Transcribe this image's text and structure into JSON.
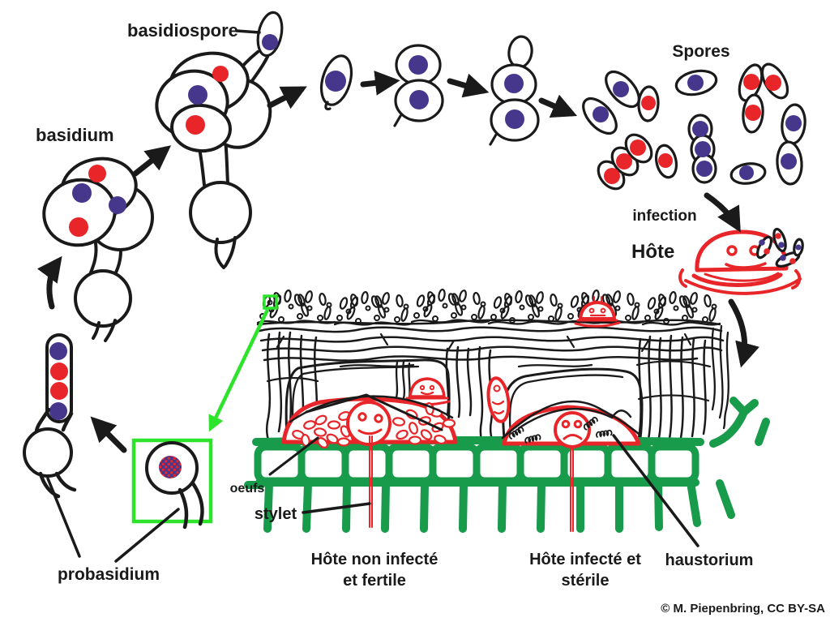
{
  "figure": {
    "kind": "hand-drawn fungal life cycle diagram (Septobasidium-type fungus on scale-insect host)"
  },
  "labels": {
    "basidiospore": "basidiospore",
    "basidium": "basidium",
    "spores": "Spores",
    "infection": "infection",
    "hote": "Hôte",
    "oeufs": "oeufs",
    "stylet": "stylet",
    "host_fertile_line1": "Hôte non infecté",
    "host_fertile_line2": "et fertile",
    "host_sterile_line1": "Hôte infecté et",
    "host_sterile_line2": "stérile",
    "haustorium": "haustorium",
    "probasidium": "probasidium",
    "credit": "© M. Piepenbring, CC BY-SA"
  },
  "colors": {
    "ink": "#1a1a1a",
    "nucleus_purple": "#47378c",
    "red": "#e8262a",
    "plant_green": "#189b4a",
    "zoom_green": "#2ee32b"
  }
}
